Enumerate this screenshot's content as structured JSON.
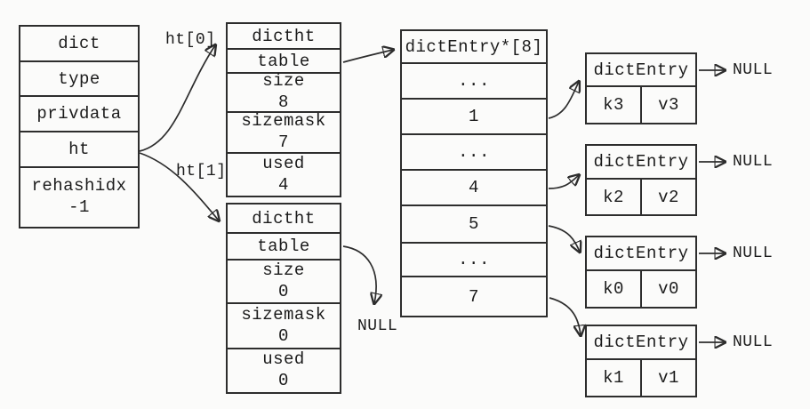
{
  "diagram": {
    "dict": {
      "fields": [
        "dict",
        "type",
        "privdata",
        "ht"
      ],
      "rehash_label": "rehashidx",
      "rehash_value": "-1"
    },
    "pointers": {
      "ht0": "ht[0]",
      "ht1": "ht[1]"
    },
    "hashtable0": {
      "title": "dictht",
      "table_label": "table",
      "rows": [
        {
          "label": "size",
          "value": "8"
        },
        {
          "label": "sizemask",
          "value": "7"
        },
        {
          "label": "used",
          "value": "4"
        }
      ]
    },
    "hashtable1": {
      "title": "dictht",
      "table_label": "table",
      "table_target": "NULL",
      "rows": [
        {
          "label": "size",
          "value": "0"
        },
        {
          "label": "sizemask",
          "value": "0"
        },
        {
          "label": "used",
          "value": "0"
        }
      ]
    },
    "bucket_array": {
      "header": "dictEntry*[8]",
      "slots": [
        "...",
        "1",
        "...",
        "4",
        "5",
        "...",
        "7"
      ]
    },
    "entries": [
      {
        "title": "dictEntry",
        "key": "k3",
        "value": "v3",
        "next": "NULL"
      },
      {
        "title": "dictEntry",
        "key": "k2",
        "value": "v2",
        "next": "NULL"
      },
      {
        "title": "dictEntry",
        "key": "k0",
        "value": "v0",
        "next": "NULL"
      },
      {
        "title": "dictEntry",
        "key": "k1",
        "value": "v1",
        "next": "NULL"
      }
    ]
  }
}
